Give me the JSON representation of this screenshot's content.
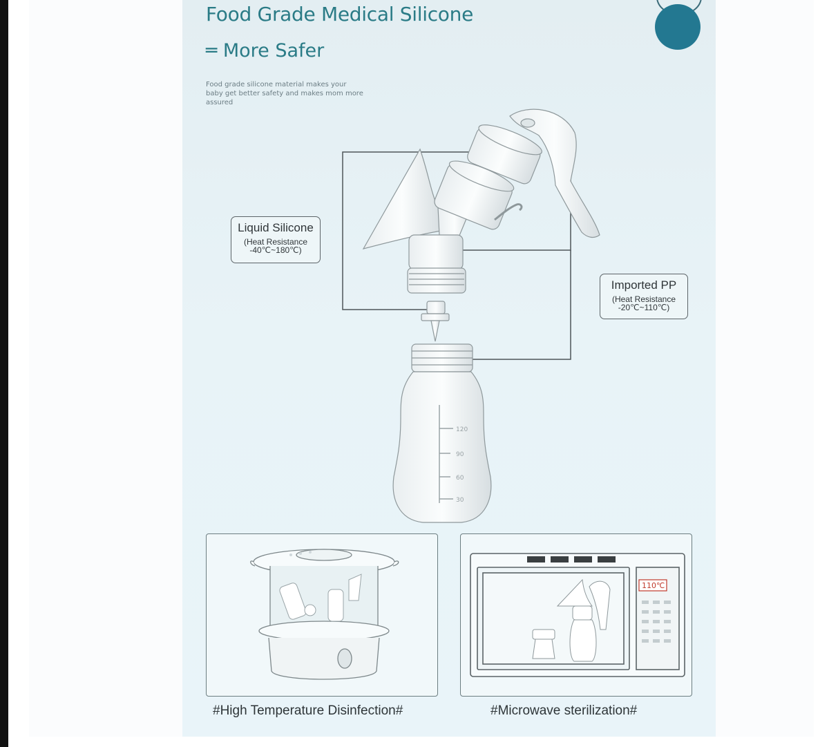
{
  "poster": {
    "title": "Food Grade Medical Silicone",
    "subtitle": "═ More Safer",
    "description": "Food grade silicone material makes your baby get better safety and makes mom more assured"
  },
  "callouts": {
    "left": {
      "title": "Liquid Silicone",
      "detail": "(Heat Resistance -40℃~180℃)"
    },
    "right": {
      "title": "Imported PP",
      "detail": "(Heat Resistance -20℃~110℃)"
    }
  },
  "bottle_scale": [
    "120",
    "90",
    "60",
    "30"
  ],
  "panels": {
    "left_caption": "#High Temperature Disinfection#",
    "right_caption": "#Microwave  sterilization#",
    "microwave_display": "110℃"
  },
  "colors": {
    "accent": "#237891",
    "title_text": "#2a7b86",
    "background": "#e6f1f5"
  }
}
